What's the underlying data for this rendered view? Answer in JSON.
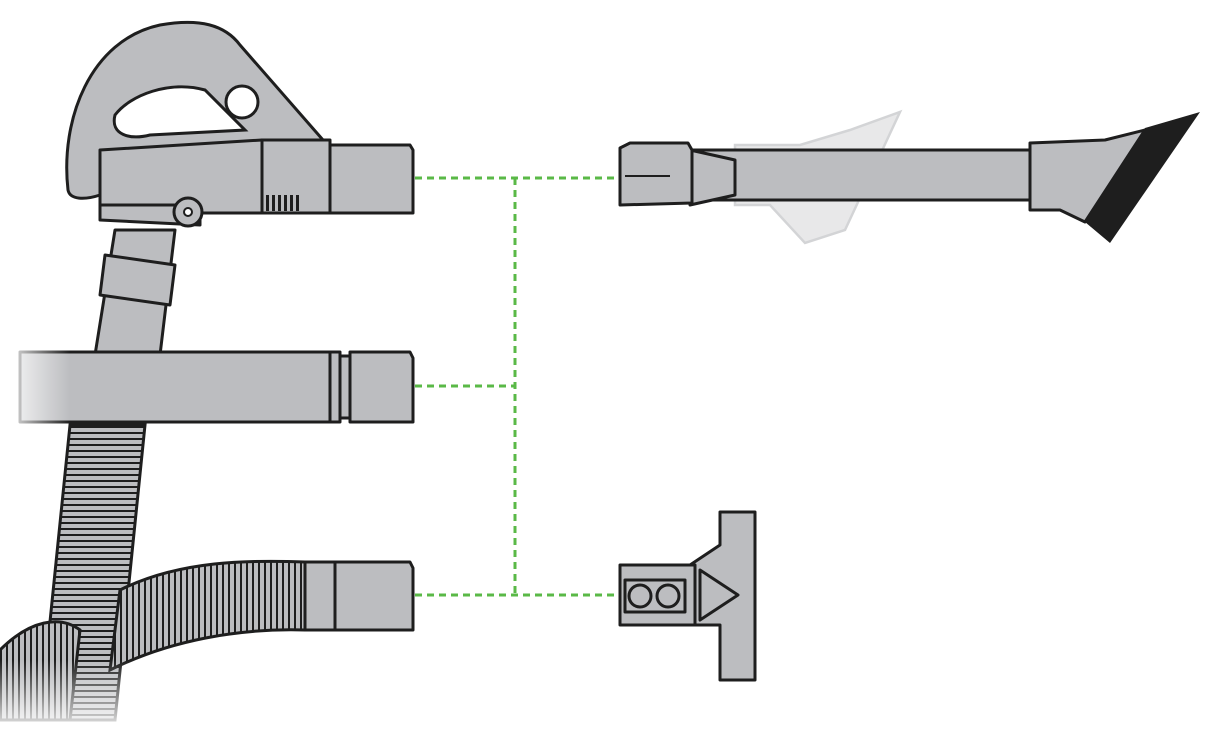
{
  "diagram": {
    "colors": {
      "part_fill": "#bcbdc0",
      "outline": "#1e1e1e",
      "connector_line": "#5ab947",
      "ghost_part": "#e6e6e7"
    },
    "parts": [
      "handle",
      "wand",
      "hose",
      "combination-tool",
      "mini-turbine-tool"
    ]
  }
}
